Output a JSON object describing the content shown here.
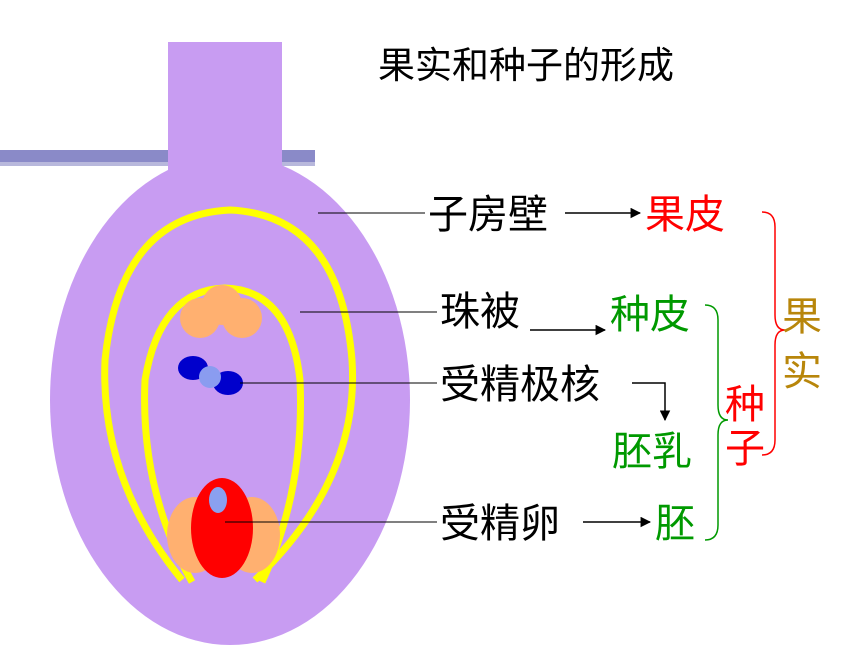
{
  "title": "果实和种子的形成",
  "labels": {
    "ovary_wall": "子房壁",
    "integument": "珠被",
    "fertilized_polar_nuclei": "受精极核",
    "fertilized_egg": "受精卵"
  },
  "results": {
    "pericarp": "果皮",
    "seed_coat": "种皮",
    "endosperm": "胚乳",
    "embryo": "胚"
  },
  "groups": {
    "fruit_1": "果",
    "fruit_2": "实",
    "seed_1": "种",
    "seed_2": "子"
  },
  "colors": {
    "ovary": "#c89cf2",
    "integument_line": "#ffff00",
    "polar_nuclei_dark": "#0000cc",
    "polar_nuclei_light": "#8a9cf0",
    "synergid": "#ffb070",
    "egg": "#ff0000",
    "egg_nucleus": "#8aa0f0",
    "pericarp_text": "#ff0000",
    "seed_text": "#009900",
    "fruit_text": "#b8860b",
    "seed_group_text": "#ff0000",
    "band": "#8a8ac8"
  }
}
